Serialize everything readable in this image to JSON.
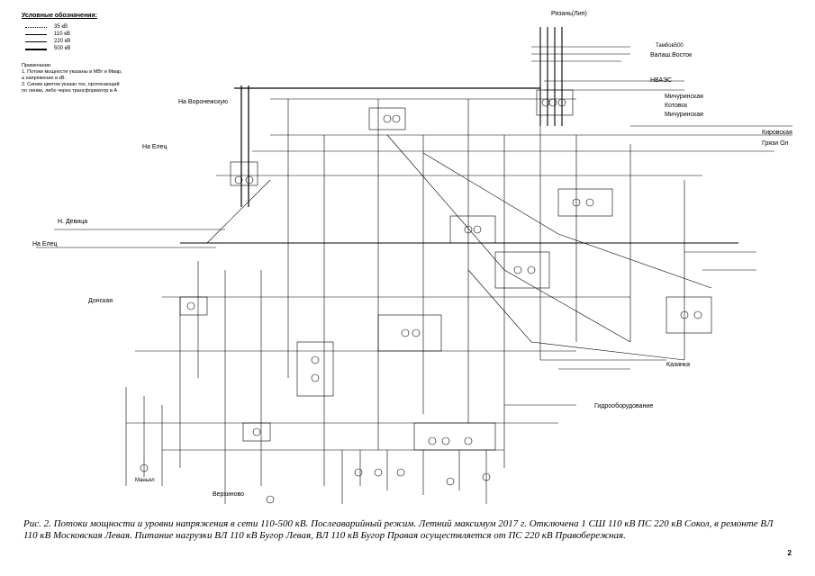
{
  "legend": {
    "title": "Условные обозначения:",
    "items": [
      {
        "label": "35 кВ"
      },
      {
        "label": "110 кВ"
      },
      {
        "label": "220 кВ"
      },
      {
        "label": "500 кВ"
      }
    ]
  },
  "notes": {
    "heading": "Примечание:",
    "line1": "1. Потоки мощности указаны в МВт и Мвар,",
    "line2": "а напряжение в кВ.",
    "line3": "2. Синим цветом указан ток, протекающий",
    "line4": "по линии, либо через трансформатор в А"
  },
  "directions": {
    "ryazan": "Рязань(Лип)",
    "tambov": "Тамбов500",
    "valash_vostok": "Валаш.Восток",
    "nvaes": "НВАЭС",
    "michurinskaya": "Мичуринская",
    "kotovsk": "Котовск",
    "michurinskaya2": "Мичуринская",
    "kirovskaya": "Кировская",
    "gryazi": "Грязи Ол",
    "na_voronezhskuyu": "На Воронежскую",
    "na_elets": "На Елец",
    "n_devitsa": "Н. Девица",
    "na_elets2": "На Елец",
    "donskaya": "Донская",
    "kazinka": "Казинка",
    "gidrooborudovanie": "Гидрооборудование",
    "verkhovoe": "Верхиново",
    "manyal": "Маньял"
  },
  "caption": {
    "text": "Рис. 2. Потоки мощности и уровни напряжения в сети 110-500 кВ. Послеаварийный режим. Летний максимум 2017 г. Отключена 1 СШ 110 кВ ПС 220 кВ Сокол, в ремонте ВЛ 110 кВ Московская Левая. Питание нагрузки ВЛ 110 кВ Бугор Левая, ВЛ 110 кВ Бугор Правая осуществляется от ПС 220 кВ Правобережная."
  },
  "page_number": "2"
}
